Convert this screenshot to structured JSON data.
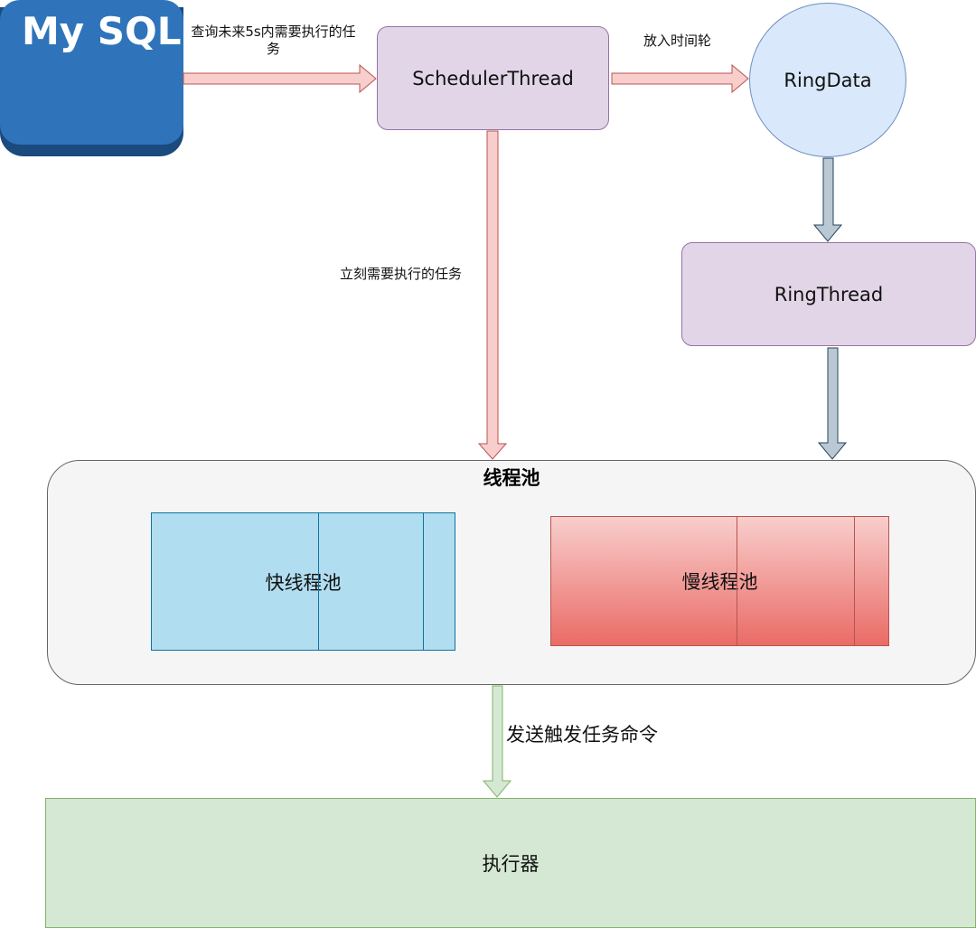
{
  "mysql": {
    "label": "My SQL"
  },
  "nodes": {
    "scheduler": "SchedulerThread",
    "ring_data": "RingData",
    "ring_thread": "RingThread",
    "pool_title": "线程池",
    "fast_pool": "快线程池",
    "slow_pool": "慢线程池",
    "executor": "执行器"
  },
  "edges": {
    "query": "查询未来5s内需要执行的任务",
    "put_wheel": "放入时间轮",
    "immediate": "立刻需要执行的任务",
    "send": "发送触发任务命令"
  },
  "colors": {
    "mysql": "#2f74bb",
    "process": "#e1d5e7",
    "ring_data": "#dae8fc",
    "fast_pool": "#b1ddf0",
    "slow_pool": "#ea6b66",
    "executor": "#d5e8d4",
    "arrow_red": "#f8cecc",
    "arrow_gray": "#bac8d3",
    "arrow_green": "#d5e8d4"
  }
}
